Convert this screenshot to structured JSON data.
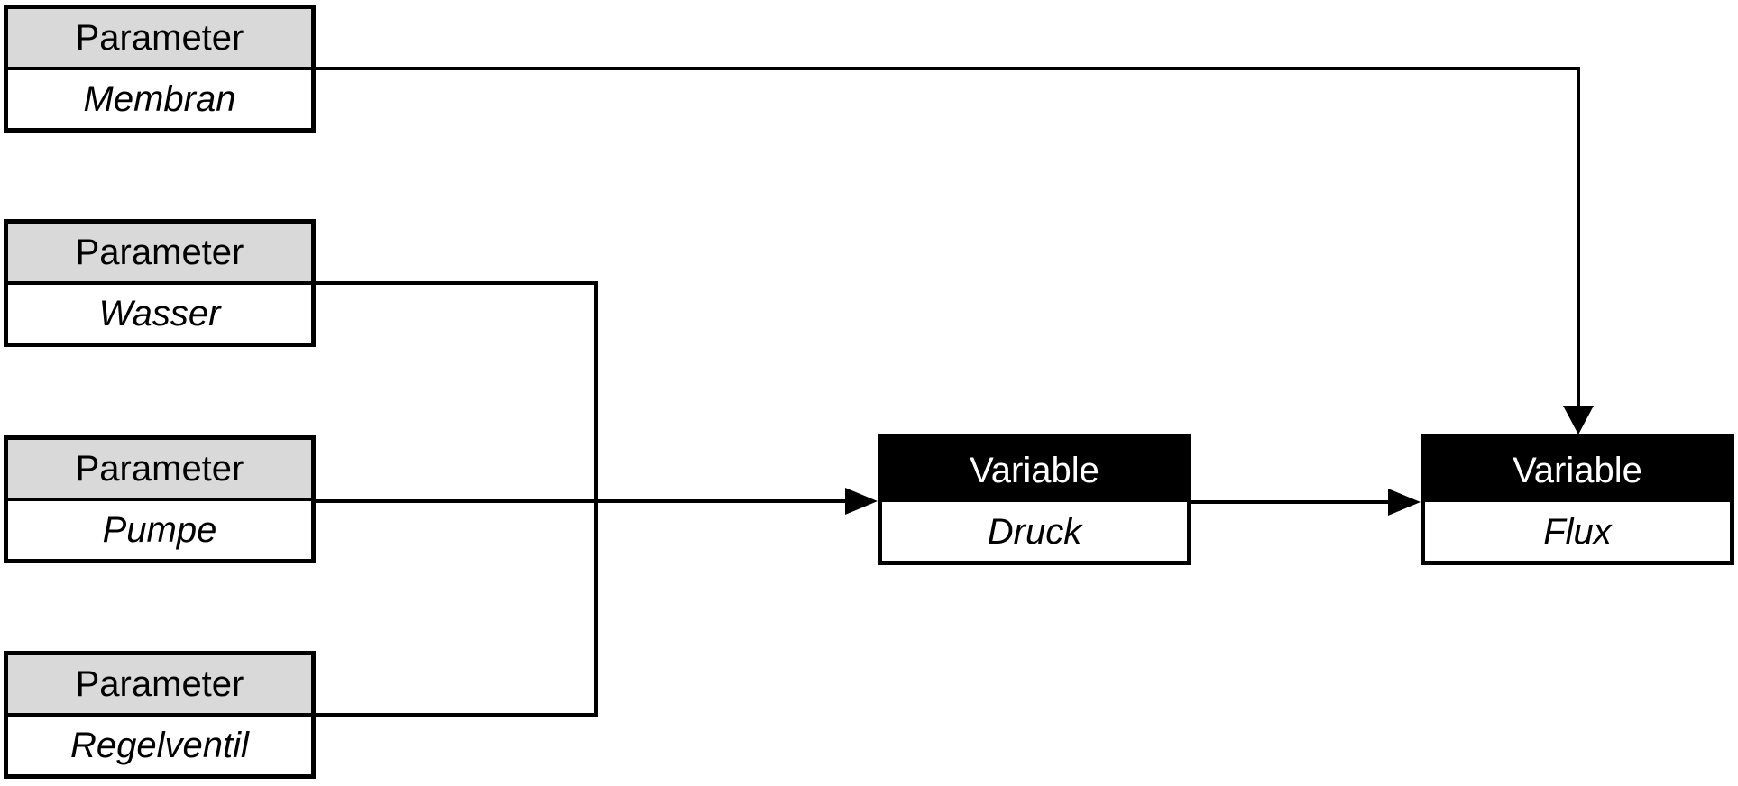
{
  "nodes": {
    "membran": {
      "type_label": "Parameter",
      "name": "Membran"
    },
    "wasser": {
      "type_label": "Parameter",
      "name": "Wasser"
    },
    "pumpe": {
      "type_label": "Parameter",
      "name": "Pumpe"
    },
    "regelventil": {
      "type_label": "Parameter",
      "name": "Regelventil"
    },
    "druck": {
      "type_label": "Variable",
      "name": "Druck"
    },
    "flux": {
      "type_label": "Variable",
      "name": "Flux"
    }
  },
  "edges": [
    {
      "from": "Membran",
      "to": "Flux"
    },
    {
      "from": "Wasser",
      "to": "Druck"
    },
    {
      "from": "Pumpe",
      "to": "Druck"
    },
    {
      "from": "Regelventil",
      "to": "Druck"
    },
    {
      "from": "Druck",
      "to": "Flux"
    }
  ],
  "colors": {
    "parameter_header_bg": "#d9d9d9",
    "variable_header_bg": "#000000",
    "variable_header_text": "#ffffff",
    "line_color": "#000000",
    "text_color": "#000000",
    "canvas_bg": "#ffffff"
  }
}
